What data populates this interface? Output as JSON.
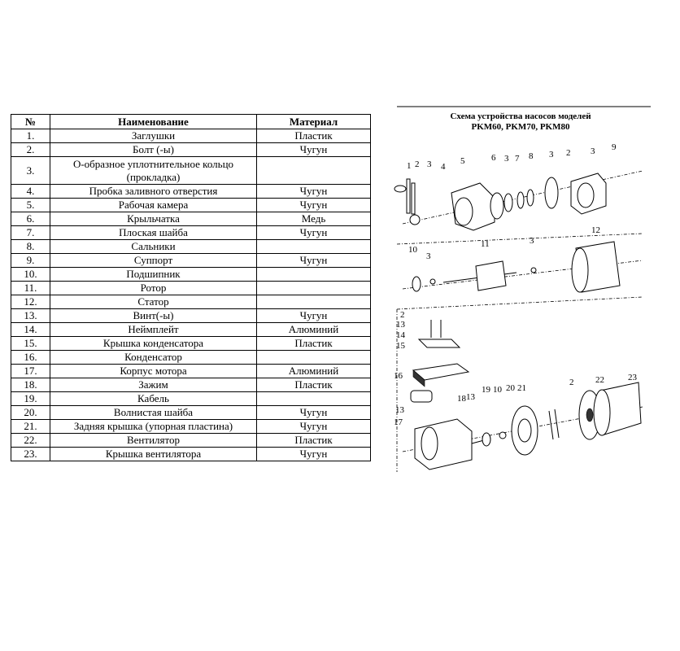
{
  "table": {
    "headers": {
      "num": "№",
      "name": "Наименование",
      "material": "Материал"
    },
    "rows": [
      {
        "num": "1.",
        "name": "Заглушки",
        "material": "Пластик"
      },
      {
        "num": "2.",
        "name": "Болт (-ы)",
        "material": "Чугун"
      },
      {
        "num": "3.",
        "name": "О-образное уплотнительное кольцо (прокладка)",
        "material": ""
      },
      {
        "num": "4.",
        "name": "Пробка заливного отверстия",
        "material": "Чугун"
      },
      {
        "num": "5.",
        "name": "Рабочая камера",
        "material": "Чугун"
      },
      {
        "num": "6.",
        "name": "Крыльчатка",
        "material": "Медь"
      },
      {
        "num": "7.",
        "name": "Плоская шайба",
        "material": "Чугун"
      },
      {
        "num": "8.",
        "name": "Сальники",
        "material": ""
      },
      {
        "num": "9.",
        "name": "Суппорт",
        "material": "Чугун"
      },
      {
        "num": "10.",
        "name": "Подшипник",
        "material": ""
      },
      {
        "num": "11.",
        "name": "Ротор",
        "material": ""
      },
      {
        "num": "12.",
        "name": "Статор",
        "material": ""
      },
      {
        "num": "13.",
        "name": "Винт(-ы)",
        "material": "Чугун"
      },
      {
        "num": "14.",
        "name": "Неймплейт",
        "material": "Алюминий"
      },
      {
        "num": "15.",
        "name": "Крышка конденсатора",
        "material": "Пластик"
      },
      {
        "num": "16.",
        "name": "Конденсатор",
        "material": ""
      },
      {
        "num": "17.",
        "name": "Корпус мотора",
        "material": "Алюминий"
      },
      {
        "num": "18.",
        "name": "Зажим",
        "material": "Пластик"
      },
      {
        "num": "19.",
        "name": "Кабель",
        "material": ""
      },
      {
        "num": "20.",
        "name": "Волнистая шайба",
        "material": "Чугун"
      },
      {
        "num": "21.",
        "name": "Задняя крышка (упорная пластина)",
        "material": "Чугун"
      },
      {
        "num": "22.",
        "name": "Вентилятор",
        "material": "Пластик"
      },
      {
        "num": "23.",
        "name": "Крышка вентилятора",
        "material": "Чугун"
      }
    ]
  },
  "diagram": {
    "title_line1": "Схема устройства насосов моделей",
    "title_line2": "PKM60, PKM70, PKM80",
    "part_labels": {
      "l1": "1",
      "l2a": "2",
      "l3a": "3",
      "l4": "4",
      "l5": "5",
      "l6": "6",
      "l3b": "3",
      "l7": "7",
      "l8": "8",
      "l3c": "3",
      "l2b": "2",
      "l3d": "3",
      "l9": "9",
      "l10a": "10",
      "l3e": "3",
      "l11": "11",
      "l3f": "3",
      "l12": "12",
      "l2c": "2",
      "l13a": "13",
      "l14": "14",
      "l15": "15",
      "l16": "16",
      "l13b": "13",
      "l17": "17",
      "l18": "18",
      "l13c": "13",
      "l19": "19",
      "l10b": "10",
      "l20": "20",
      "l21": "21",
      "l2d": "2",
      "l22": "22",
      "l23": "23"
    }
  }
}
